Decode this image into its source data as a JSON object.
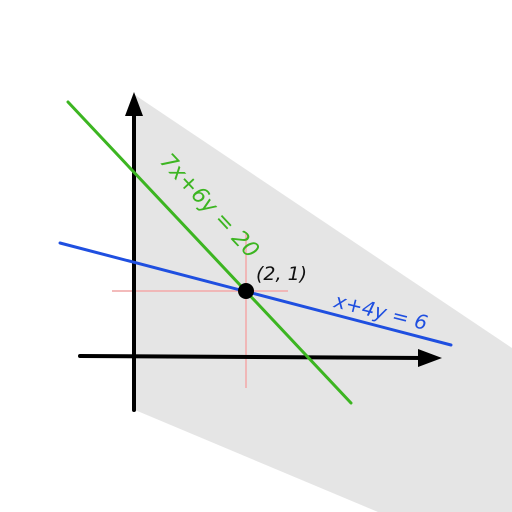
{
  "colors": {
    "background": "#ffffff",
    "shadow": "#dcdcdc",
    "axis": "#000000",
    "green_line": "#3cb521",
    "blue_line": "#1f4fe0",
    "guide": "#f2b0b0",
    "point": "#000000",
    "label_text": "#111111"
  },
  "diagram": {
    "green_line": {
      "equation": "7x+6y = 20"
    },
    "blue_line": {
      "equation": "x+4y = 6"
    },
    "intersection": {
      "label": "(2, 1)",
      "x": 2,
      "y": 1
    },
    "icons": {
      "shadow": "long-shadow",
      "axes": "cartesian-axes-arrows"
    }
  }
}
